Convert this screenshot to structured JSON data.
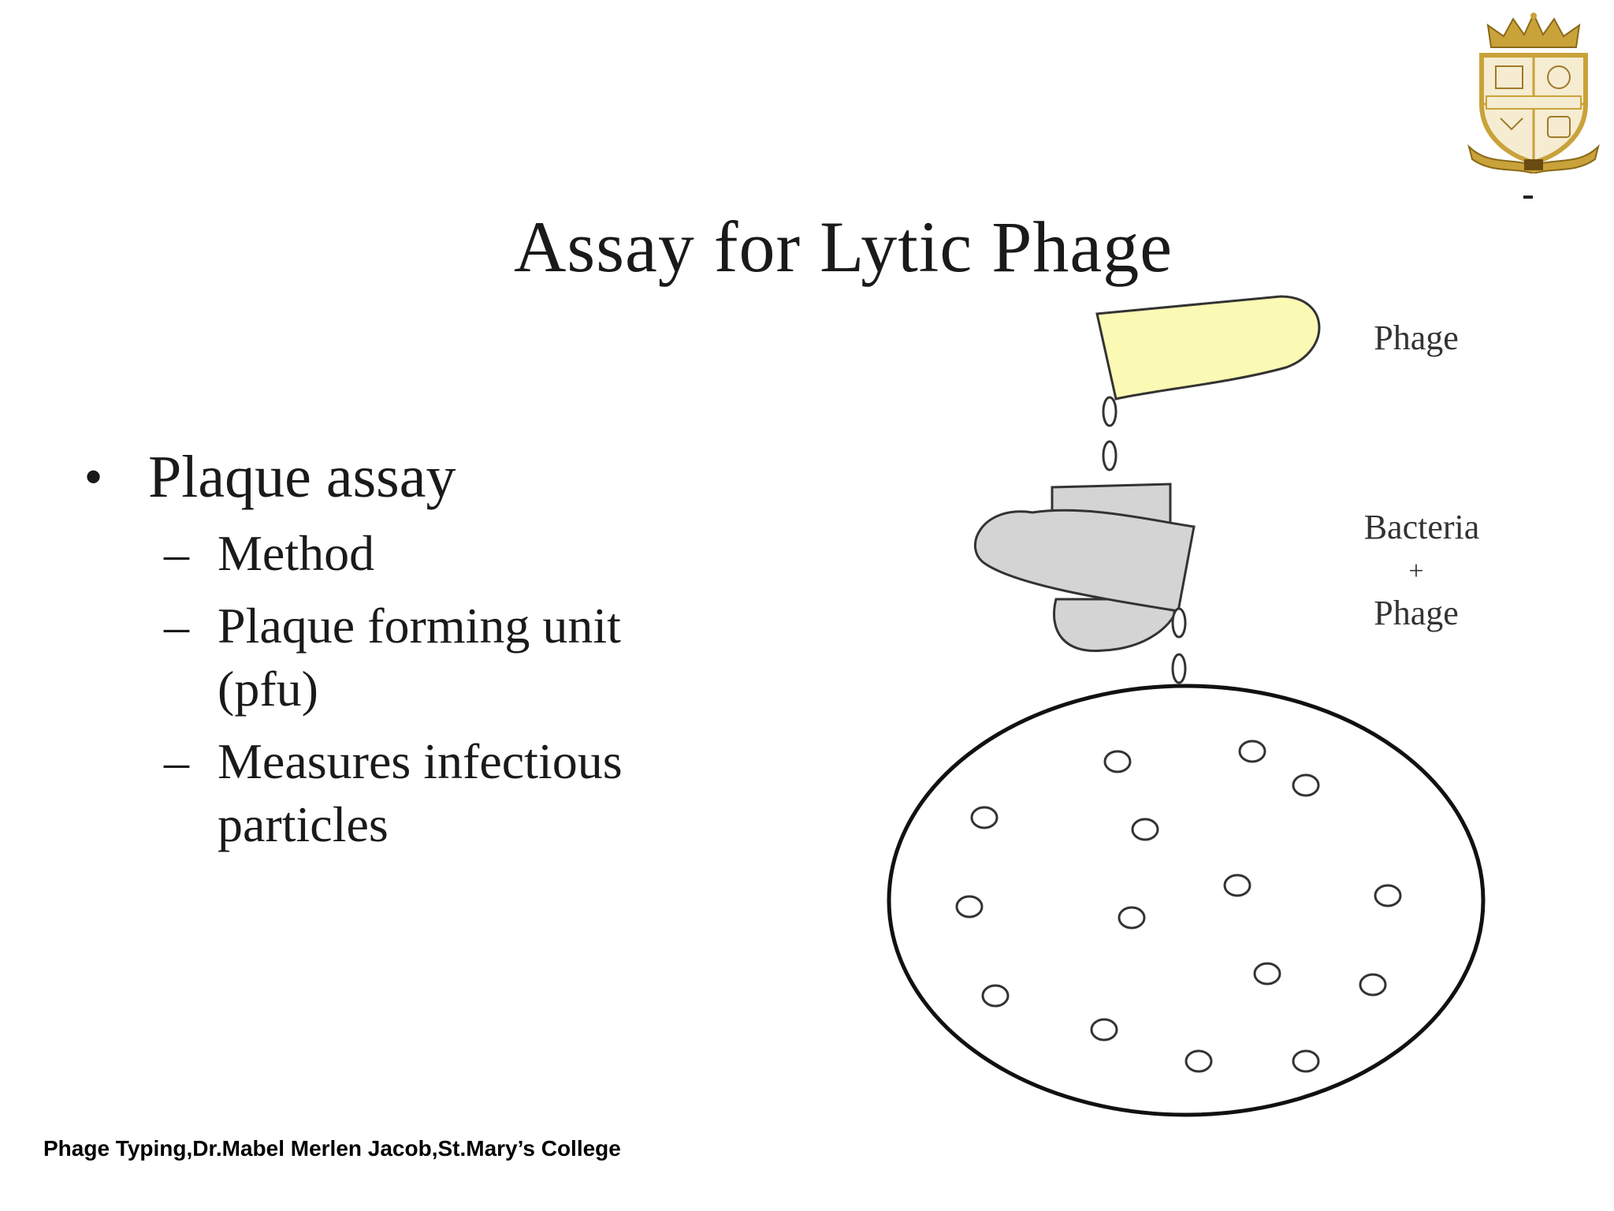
{
  "slide": {
    "title": "Assay for Lytic Phage",
    "bullet": {
      "marker": "•",
      "text": "Plaque assay",
      "subitems": [
        {
          "marker": "–",
          "lines": [
            "Method"
          ]
        },
        {
          "marker": "–",
          "lines": [
            "Plaque forming unit",
            "(pfu)"
          ]
        },
        {
          "marker": "–",
          "lines": [
            "Measures infectious",
            "particles"
          ]
        }
      ]
    },
    "diagram": {
      "labels": {
        "phage": "Phage",
        "bacteria": "Bacteria",
        "plus": "+",
        "phage2": "Phage"
      },
      "colors": {
        "phage_tube": "#fafab4",
        "bacteria_tube": "#d4d4d4",
        "outline": "#333333"
      }
    },
    "footer": "Phage Typing,Dr.Mabel Merlen Jacob,St.Mary’s College",
    "logo": {
      "icon": "college-crest-icon",
      "colors": {
        "gold": "#c9a23a",
        "cream": "#f5ecd2"
      }
    }
  }
}
